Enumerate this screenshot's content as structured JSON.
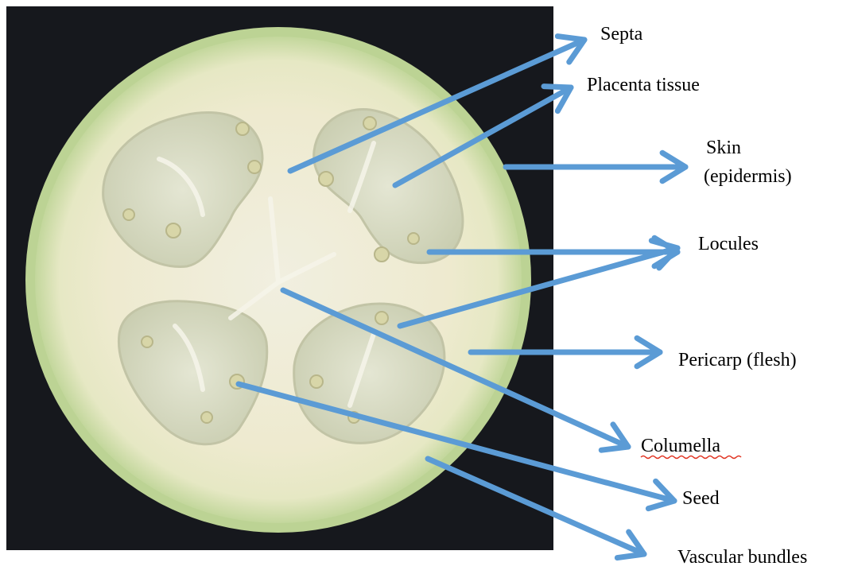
{
  "labels": {
    "septa": "Septa",
    "placenta": "Placenta tissue",
    "skin_line1": "Skin",
    "skin_line2": "(epidermis)",
    "locules": "Locules",
    "pericarp": "Pericarp (flesh)",
    "columella": "Columella",
    "seed": "Seed",
    "vascular": "Vascular bundles"
  },
  "colors": {
    "arrow": "#5B9BD5",
    "background_panel": "#16181d",
    "fruit_skin": "#c5d9a0",
    "fruit_flesh": "#efecd6",
    "locule": "#d6d9bf",
    "spellcheck_underline": "#e0301e"
  }
}
